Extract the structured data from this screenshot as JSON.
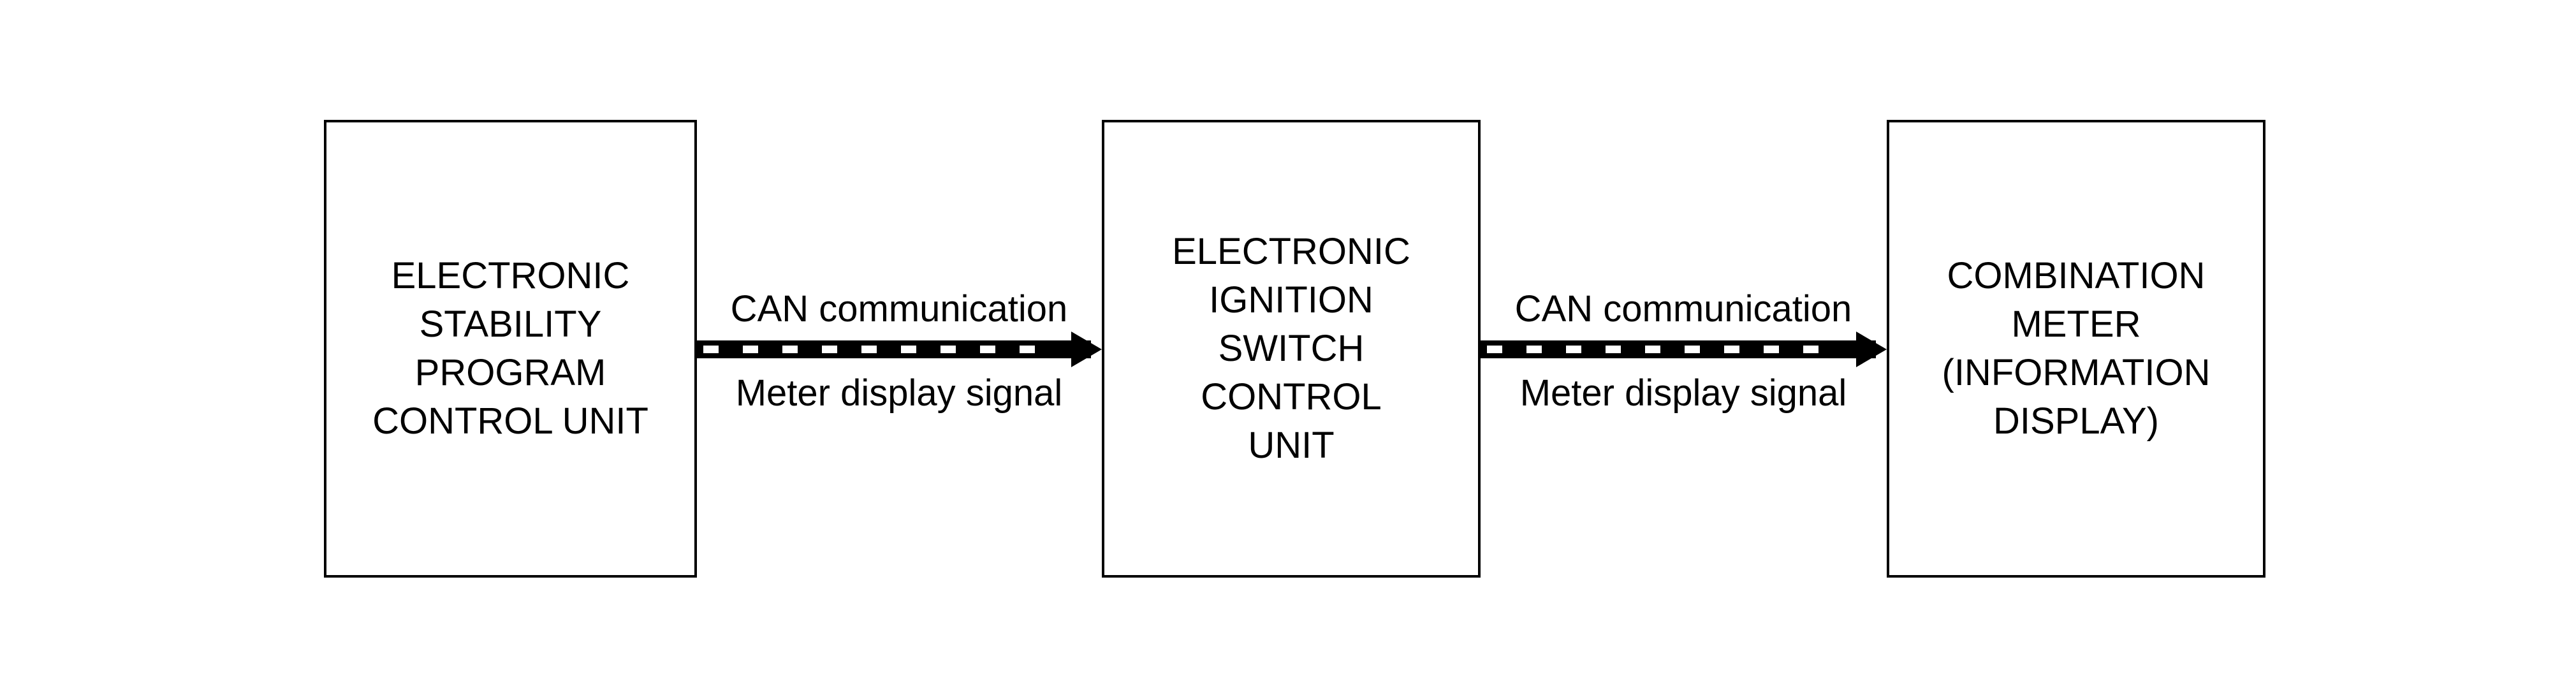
{
  "blocks": [
    {
      "id": "esp",
      "lines": [
        "ELECTRONIC",
        "STABILITY",
        "PROGRAM",
        "CONTROL UNIT"
      ]
    },
    {
      "id": "ign",
      "lines": [
        "ELECTRONIC",
        "IGNITION",
        "SWITCH",
        "CONTROL",
        "UNIT"
      ]
    },
    {
      "id": "meter",
      "lines": [
        "COMBINATION",
        "METER",
        "(INFORMATION",
        "DISPLAY)"
      ]
    }
  ],
  "connections": [
    {
      "from": "esp",
      "to": "ign",
      "top_label": "CAN communication",
      "bottom_label": "Meter display signal"
    },
    {
      "from": "ign",
      "to": "meter",
      "top_label": "CAN communication",
      "bottom_label": "Meter display signal"
    }
  ],
  "colors": {
    "line": "#000000",
    "background": "#ffffff"
  }
}
